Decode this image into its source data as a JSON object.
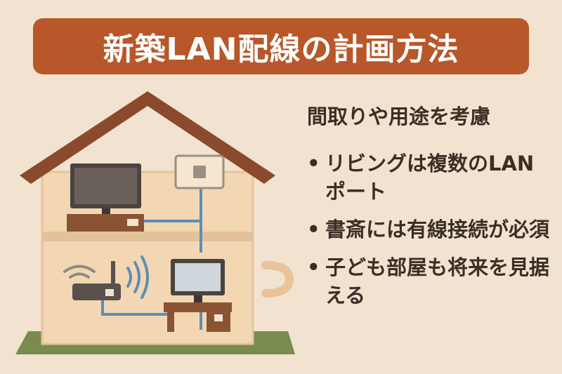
{
  "title": "新築LAN配線の計画方法",
  "subtitle": "間取りや用途を考慮",
  "points": [
    "リビングは複数のLANポート",
    "書斎には有線接続が必須",
    "子ども部屋も将来を見据える"
  ],
  "colors": {
    "background": "#f1e3cf",
    "banner": "#b8572a",
    "roof": "#8a4a2b",
    "wall": "#f3d7b3",
    "cable": "#5b8fb6",
    "grass": "#7a8b4f",
    "furniture": "#8a5434"
  },
  "icons": [
    "house-illustration",
    "tv-icon",
    "lan-port-icon",
    "router-icon",
    "wifi-icon",
    "pc-monitor-icon",
    "cable-end-icon"
  ]
}
